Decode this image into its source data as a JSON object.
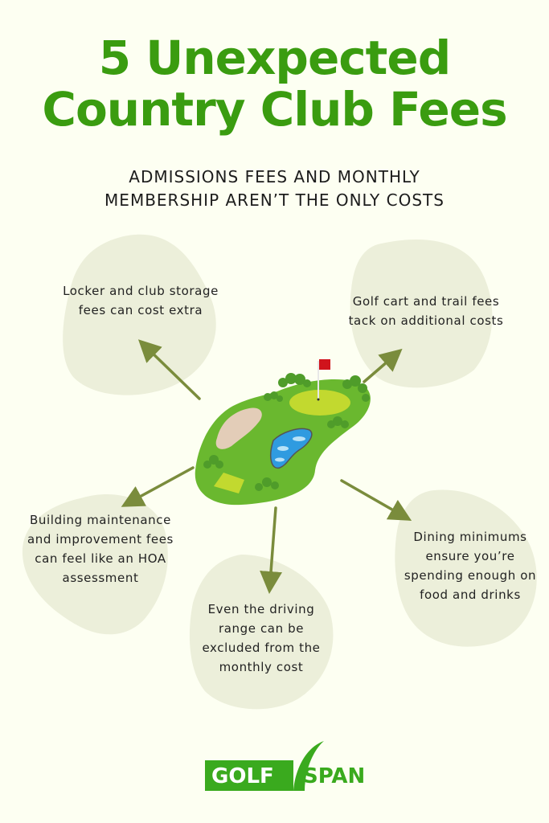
{
  "title": {
    "line1": "5 Unexpected",
    "line2": "Country Club Fees"
  },
  "subtitle": {
    "line1": "ADMISSIONS FEES AND MONTHLY",
    "line2": "MEMBERSHIP AREN’T THE ONLY COSTS"
  },
  "fees": [
    {
      "id": "locker",
      "lines": [
        "Locker and club storage",
        "fees can cost extra"
      ]
    },
    {
      "id": "golf-cart",
      "lines": [
        "Golf cart and trail fees",
        "tack on additional costs"
      ]
    },
    {
      "id": "building",
      "lines": [
        "Building maintenance",
        "and improvement fees",
        "can feel like an HOA",
        "assessment"
      ]
    },
    {
      "id": "driving-range",
      "lines": [
        "Even the driving",
        "range can be",
        "excluded from the",
        "monthly cost"
      ]
    },
    {
      "id": "dining",
      "lines": [
        "Dining minimums",
        "ensure you’re",
        "spending enough on",
        "food and drinks"
      ]
    }
  ],
  "logo": {
    "left": "GOLF",
    "right": "SPAN"
  },
  "colors": {
    "background": "#fdfff2",
    "title_green": "#3a9c10",
    "blob": "#ecefda",
    "arrow": "#7a8c3c",
    "fairway": "#6ab82f",
    "green": "#c2d92f",
    "flag": "#d0141c",
    "water": "#2f9be0",
    "bunker": "#e3cdb8",
    "logo_green": "#3aaa1e"
  }
}
